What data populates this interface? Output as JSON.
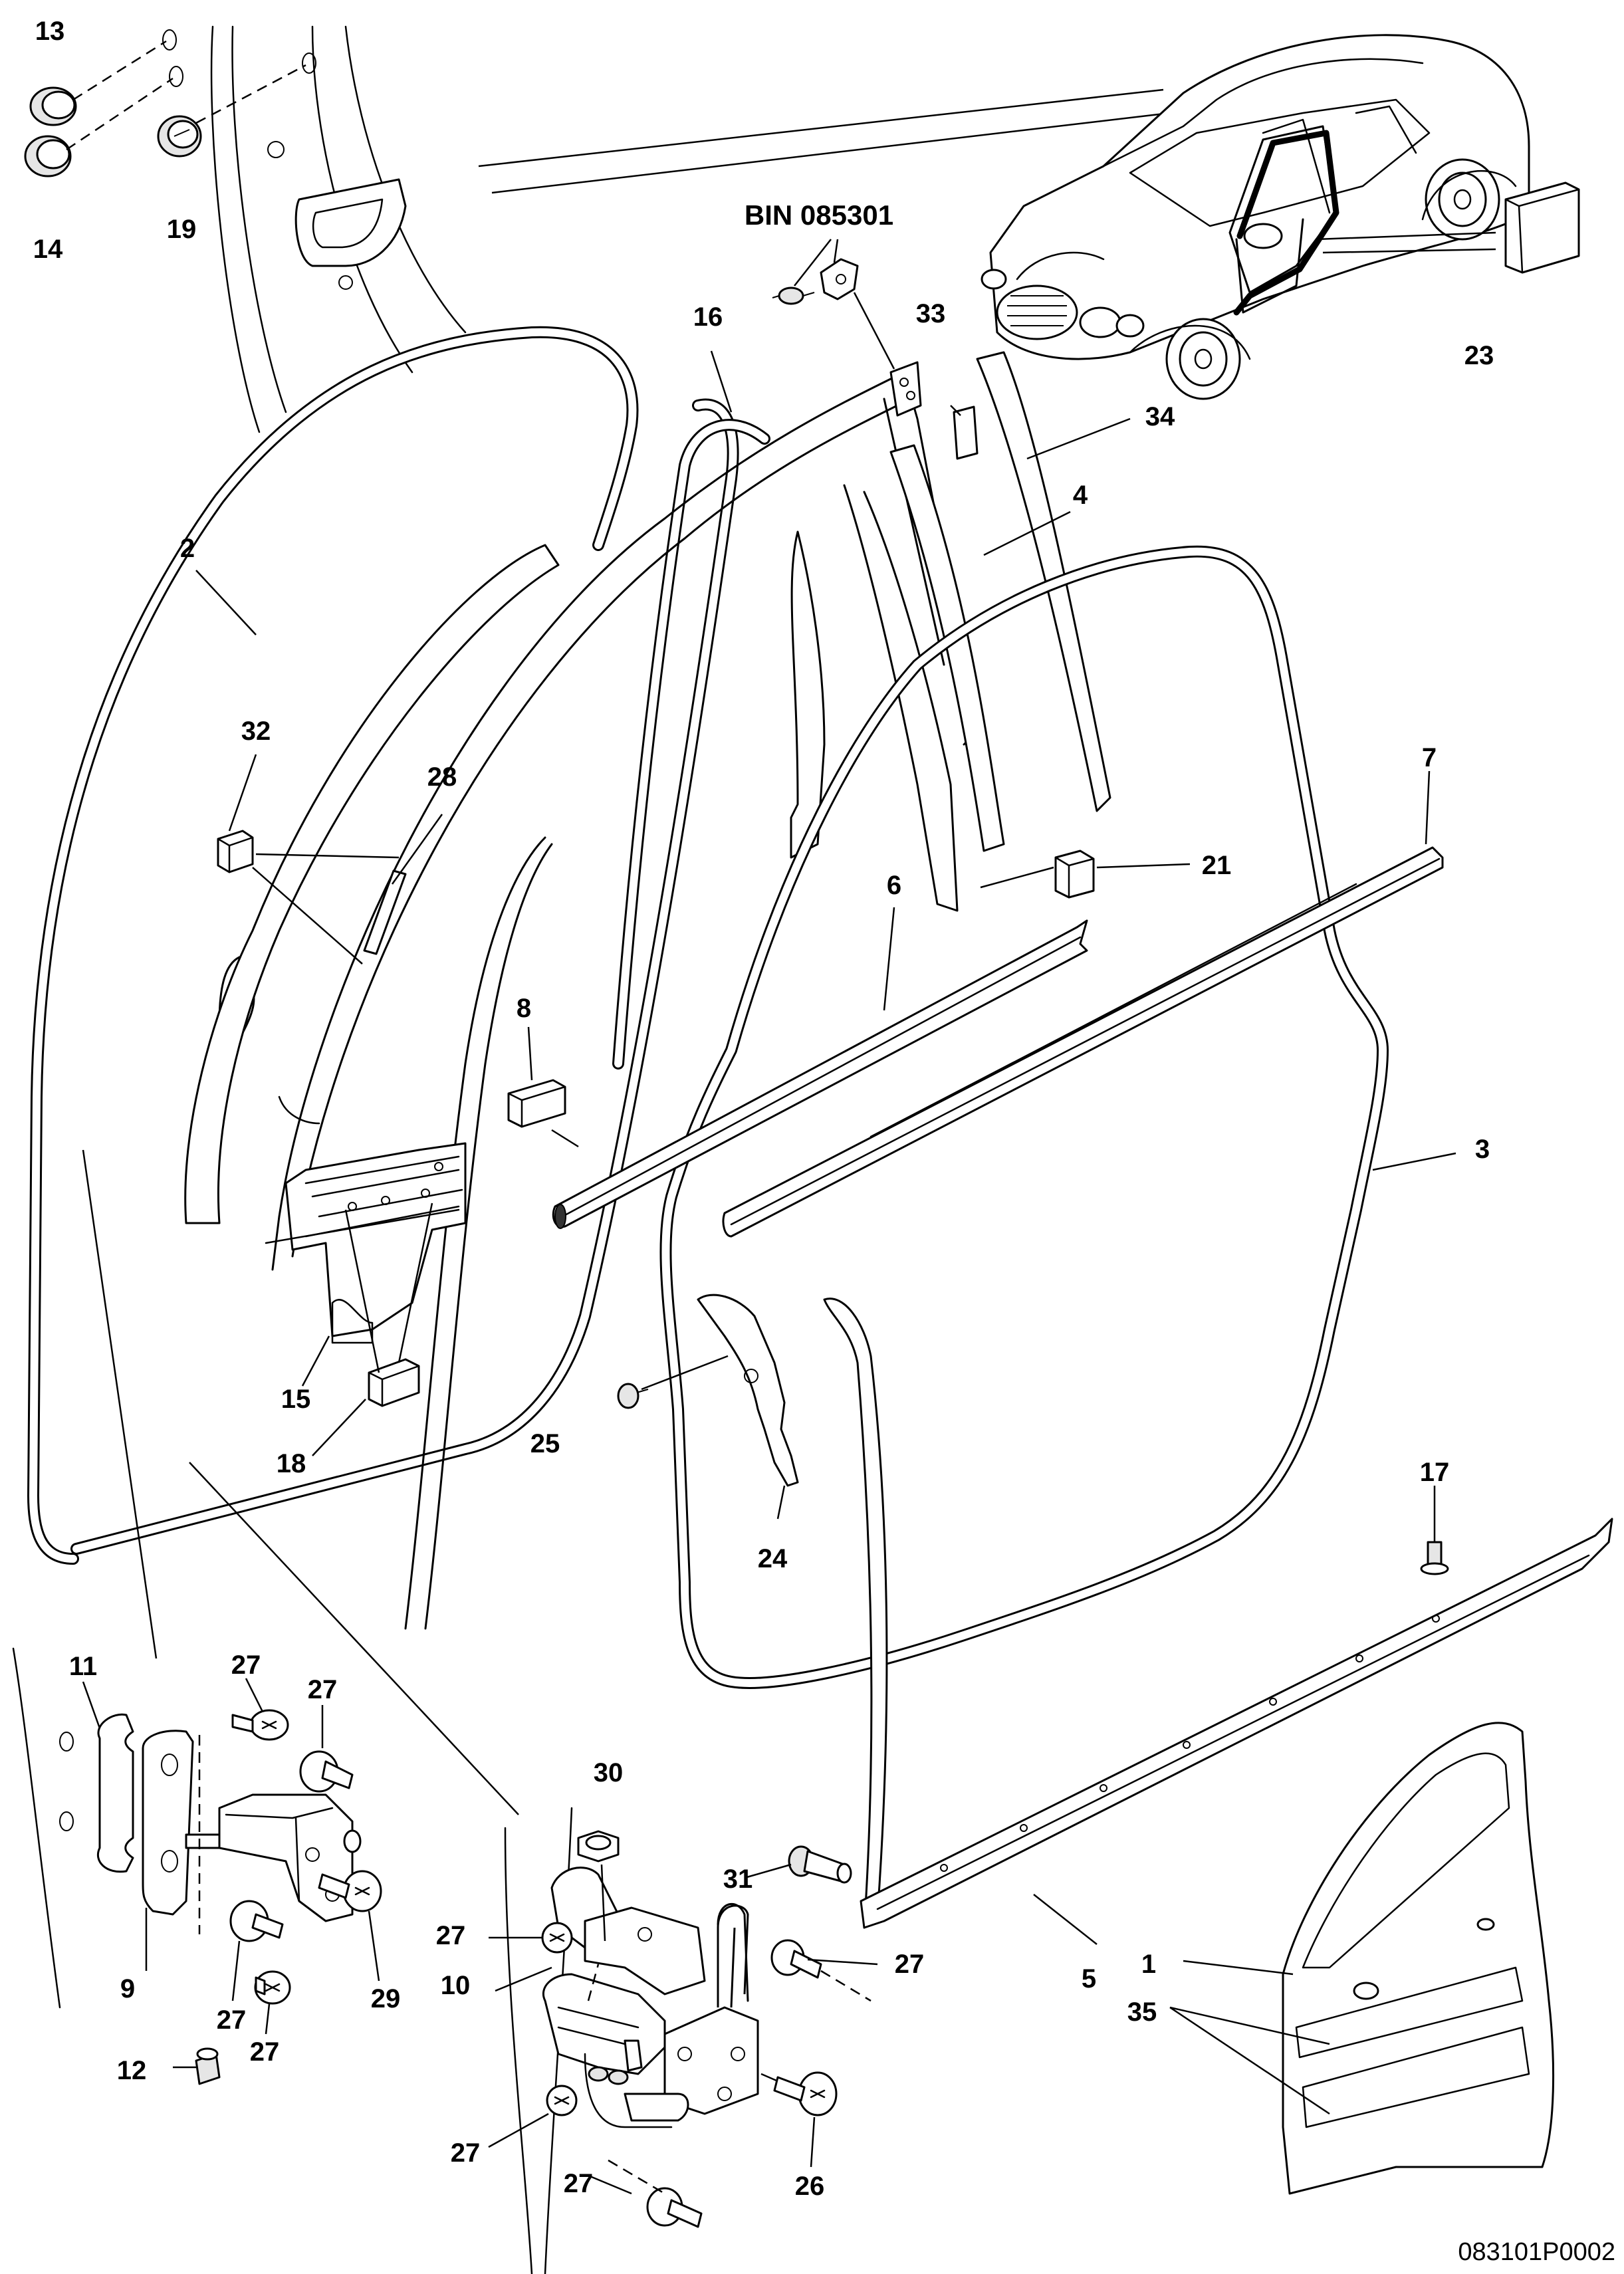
{
  "bin_label": "BIN 085301",
  "figure_ref": "083101P0002",
  "callouts": [
    {
      "id": "c13",
      "text": "13"
    },
    {
      "id": "c14",
      "text": "14"
    },
    {
      "id": "c19",
      "text": "19"
    },
    {
      "id": "c16",
      "text": "16"
    },
    {
      "id": "c33",
      "text": "33"
    },
    {
      "id": "c34",
      "text": "34"
    },
    {
      "id": "c4",
      "text": "4"
    },
    {
      "id": "c23",
      "text": "23"
    },
    {
      "id": "c2",
      "text": "2"
    },
    {
      "id": "c32",
      "text": "32"
    },
    {
      "id": "c28",
      "text": "28"
    },
    {
      "id": "c7",
      "text": "7"
    },
    {
      "id": "c21",
      "text": "21"
    },
    {
      "id": "c6",
      "text": "6"
    },
    {
      "id": "c8",
      "text": "8"
    },
    {
      "id": "c3",
      "text": "3"
    },
    {
      "id": "c15",
      "text": "15"
    },
    {
      "id": "c18",
      "text": "18"
    },
    {
      "id": "c25",
      "text": "25"
    },
    {
      "id": "c24",
      "text": "24"
    },
    {
      "id": "c17",
      "text": "17"
    },
    {
      "id": "c11",
      "text": "11"
    },
    {
      "id": "c27a",
      "text": "27"
    },
    {
      "id": "c27b",
      "text": "27"
    },
    {
      "id": "c9",
      "text": "9"
    },
    {
      "id": "c29",
      "text": "29"
    },
    {
      "id": "c27c",
      "text": "27"
    },
    {
      "id": "c27d",
      "text": "27"
    },
    {
      "id": "c12",
      "text": "12"
    },
    {
      "id": "c30",
      "text": "30"
    },
    {
      "id": "c27e",
      "text": "27"
    },
    {
      "id": "c10",
      "text": "10"
    },
    {
      "id": "c31",
      "text": "31"
    },
    {
      "id": "c27f",
      "text": "27"
    },
    {
      "id": "c5",
      "text": "5"
    },
    {
      "id": "c1",
      "text": "1"
    },
    {
      "id": "c35",
      "text": "35"
    },
    {
      "id": "c27g",
      "text": "27"
    },
    {
      "id": "c27h",
      "text": "27"
    },
    {
      "id": "c26",
      "text": "26"
    }
  ]
}
